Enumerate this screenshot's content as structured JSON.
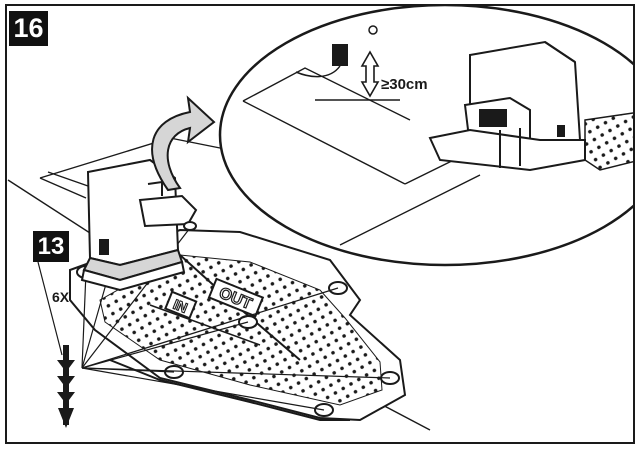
{
  "steps": {
    "step_a": "16",
    "step_b": "13"
  },
  "callouts": {
    "height_label": "≥30cm",
    "peg_count": "6X"
  },
  "station_markings": {
    "out_label": "OUT",
    "in_label": "IN"
  },
  "colors": {
    "ink": "#1a1a1a",
    "panel_gray": "#d6d6d6",
    "badge": "#111111",
    "paper": "#ffffff"
  }
}
